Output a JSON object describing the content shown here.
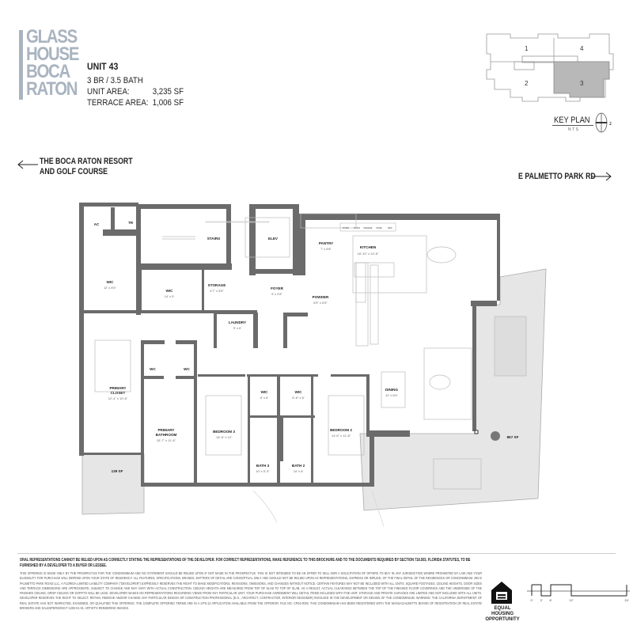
{
  "brand": {
    "logo_lines": [
      "GLASS",
      "HOUSE",
      "BOCA",
      "RATON"
    ],
    "color": "#a9b4c0"
  },
  "unit": {
    "title": "UNIT 43",
    "bedrooms_baths": "3 BR / 3.5 BATH",
    "unit_area_label": "UNIT AREA:",
    "unit_area_value": "3,235 SF",
    "terrace_area_label": "TERRACE AREA:",
    "terrace_area_value": "1,006 SF"
  },
  "key_plan": {
    "title": "KEY PLAN",
    "scale_note": "NTS",
    "north": "z",
    "units": [
      "1",
      "4",
      "2",
      "3"
    ],
    "highlighted_unit": "3",
    "highlight_color": "#b8b8b8"
  },
  "directions": {
    "left": "THE BOCA RATON RESORT AND GOLF COURSE",
    "left_line1": "THE BOCA RATON RESORT",
    "left_line2": "AND GOLF COURSE",
    "right": "E PALMETTO PARK RD"
  },
  "rooms": {
    "ac": "AC",
    "tr": "TR",
    "stairs": "STAIRS",
    "elev": "ELEV",
    "pantry": {
      "name": "PANTRY",
      "dim": "7' x 6'8\""
    },
    "kitchen": {
      "name": "KITCHEN",
      "dim": "18'-10\" x 14'-6\""
    },
    "appliances": [
      "OVEN",
      "OVEN",
      "FREEZE",
      "WINE",
      "REF"
    ],
    "wic_1": {
      "name": "WIC",
      "dim": "12' x 8'4\""
    },
    "wic_2": {
      "name": "WIC",
      "dim": "14' x 5'"
    },
    "storage": {
      "name": "STORAGE",
      "dim": "4'7\" x 5'5\""
    },
    "foyer": {
      "name": "FOYER",
      "dim": "9' x 4'8\""
    },
    "powder": {
      "name": "POWDER",
      "dim": "6'5\" x 6'5\""
    },
    "laundry": {
      "name": "LAUNDRY",
      "dim": "9' x 6'"
    },
    "wc_1": "WC",
    "wc_2": "WC",
    "primary_closet": {
      "name1": "PRIMARY",
      "name2": "CLOSET",
      "dim": "12'-4\" x 10'-6\""
    },
    "primary_bathroom": {
      "name1": "PRIMARY",
      "name2": "BATHROOM",
      "dim": "15'-7\" x 11'-6\""
    },
    "bedroom_3": {
      "name": "BEDROOM 3",
      "dim": "16'-6\" x 12'"
    },
    "wic_3": {
      "name": "WIC",
      "dim": "6' x 6'"
    },
    "wic_4": {
      "name": "WIC",
      "dim": "6'-6\" x 6'"
    },
    "bath_3": {
      "name": "BATH 3",
      "dim": "10' x 5'-3\""
    },
    "bath_2": {
      "name": "BATH 2",
      "dim": "10' x 6'"
    },
    "bedroom_2": {
      "name": "BEDROOM 2",
      "dim": "14'-6\" x 11'-8\""
    },
    "dining": {
      "name": "DINING",
      "dim": "12' x 8'4\""
    },
    "terrace_main": "867 SF",
    "terrace_small": "139 SF"
  },
  "disclaimer": {
    "bold": "ORAL REPRESENTATIONS CANNOT BE RELIED UPON AS CORRECTLY STATING THE REPRESENTATIONS OF THE DEVELOPER. FOR CORRECT REPRESENTATIONS, MAKE REFERENCE TO THIS BROCHURE AND TO THE DOCUMENTS REQUIRED BY SECTION 718.503, FLORIDA STATUTES, TO BE FURNISHED BY A DEVELOPER TO A BUYER OR LESSEE.",
    "body": "THIS OFFERING IS MADE ONLY BY THE PROSPECTUS FOR THE CONDOMINIUM AND NO STATEMENT SHOULD BE RELIED UPON IF NOT MADE IN THE PROSPECTUS. THIS IS NOT INTENDED TO BE AN OFFER TO SELL NOR A SOLICITATION OF OFFERS TO BUY IN ANY JURISDICTION WHERE PROHIBITED BY LAW AND YOUR ELIGIBILITY FOR PURCHASE WILL DEPEND UPON YOUR STATE OF RESIDENCY. ALL FEATURES, SPECIFICATIONS, BRANDS, MATTERS OF DETAIL ARE CONCEPTUAL ONLY AND SHOULD NOT BE RELIED UPON AS REPRESENTATIONS, EXPRESS OR IMPLIED, OF THE FINAL DETAIL OF THE RESIDENCES OR CONDOMINIUM. 280 E PALMETTO PARK ROAD LLC, A FLORIDA LIMITED LIABILITY COMPANY (\"DEVELOPER\") EXPRESSLY RESERVES THE RIGHT TO MAKE MODIFICATIONS, REVISIONS, OMISSIONS, AND CHANGES WITHOUT NOTICE. CERTAIN FEATURES MAY NOT BE INCLUDED WITH ALL UNITS. SQUARE FOOTAGES, CEILING HEIGHTS, DOOR SIZES AND TERRACE DIMENSIONS ARE APPROXIMATE, SUBJECT TO CHANGE AND MAY VARY WITH ACTUAL CONSTRUCTION. CEILING HEIGHTS ARE MEASURED FROM TOP OF SLAB TO TOP OF SLAB. AS A RESULT, ACTUAL CLEARANCE BETWEEN THE TOP OF THE FINISHED FLOOR COVERINGS AND THE UNDERSIDE OF THE FINISHED CEILING, DROP CEILING OR SOFFITS WILL BE LESS. DEVELOPER MAKES NO REPRESENTATIONS REGARDING VIEWS FROM ANY PARTICULAR UNIT. YOUR PURCHASE AGREEMENT WILL DETAIL ITEMS INCLUDED WITH THE UNIT. STORAGE AND PRIVATE GARAGES ARE LIMITED AND NOT INCLUDED WITH ALL UNITS. DEVELOPER RESERVES THE RIGHT TO SELECT, RETAIN, REMOVE AND/OR CHANGE ANY PARTICULAR DESIGN OR CONSTRUCTION PROFESSIONAL (E.G., ARCHITECT, CONTRACTOR, INTERIOR DESIGNER) INVOLVED IN THE DEVELOPMENT OR DESIGN OF THE CONDOMINIUM. WARNING: THE CALIFORNIA DEPARTMENT OF REAL ESTATE HAS NOT INSPECTED, EXAMINED, OR QUALIFIED THIS OFFERING. THE COMPLETE OFFERING TERMS ARE IN A CPS-12 APPLICATION AVAILABLE FROM THE OFFEROR. FILE NO. CP24-0003. THIS CONDOMINIUM HAS BEEN REGISTERED WITH THE MASSACHUSETTS BOARD OF REGISTRATION OF REAL ESTATE BROKERS AND SALESPERSONS F-1292-01-01. ARTIST'S RENDERING IMAGES."
  },
  "equal_housing": "EQUAL HOUSING OPPORTUNITY",
  "scale_bar": {
    "ticks": [
      "0'",
      "3'",
      "6'",
      "12'",
      "24'"
    ]
  }
}
